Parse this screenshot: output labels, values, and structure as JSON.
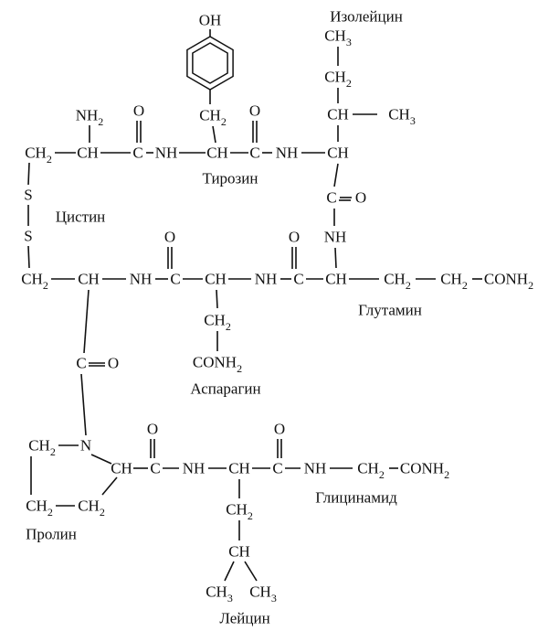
{
  "atoms": {
    "oh": "OH",
    "ch3_top": "CH3",
    "ch2_ile": "CH2",
    "ch_ile_side": "CH",
    "ch3_ile_side": "CH3",
    "nh2_cys": "NH2",
    "o_cys1": "O",
    "ch2_tyr": "CH2",
    "o_tyr": "O",
    "ch2_cys1": "CH2",
    "ch_cys1": "CH",
    "c_cys1": "C",
    "nh_tyr": "NH",
    "ch_tyr": "CH",
    "c_tyr": "C",
    "nh_ile": "NH",
    "ch_ile": "CH",
    "s1": "S",
    "c_ile": "C",
    "o_ile": "O",
    "s2": "S",
    "o_cys2": "O",
    "o_asn": "O",
    "nh_gln_v": "NH",
    "ch2_cys2": "CH2",
    "ch_cys2": "CH",
    "nh_asn": "NH",
    "c_cys2": "C",
    "ch_asn": "CH",
    "nh_gln": "NH",
    "c_asn": "C",
    "ch_gln": "CH",
    "ch2_gln1": "CH2",
    "ch2_gln2": "CH2",
    "conh2_gln": "CONH2",
    "ch2_asn": "CH2",
    "conh2_asn": "CONH2",
    "c_co": "C",
    "o_co": "O",
    "o_pro": "O",
    "o_leu": "O",
    "ch2_pro_top": "CH2",
    "n_pro": "N",
    "ch_pro": "CH",
    "c_pro": "C",
    "nh_leu": "NH",
    "ch_leu": "CH",
    "c_leu": "C",
    "nh_gly": "NH",
    "ch2_gly": "CH2",
    "conh2_gly": "CONH2",
    "ch2_pro_bl": "CH2",
    "ch2_pro_br": "CH2",
    "ch2_leu": "CH2",
    "ch_leu_side": "CH",
    "ch3_leu_a": "CH3",
    "ch3_leu_b": "CH3"
  },
  "residues": {
    "isoleucine": "Изолейцин",
    "tyrosine": "Тирозин",
    "cystine": "Цистин",
    "glutamine": "Глутамин",
    "asparagine": "Аспарагин",
    "proline": "Пролин",
    "glycinamide": "Глицинамид",
    "leucine": "Лейцин"
  }
}
